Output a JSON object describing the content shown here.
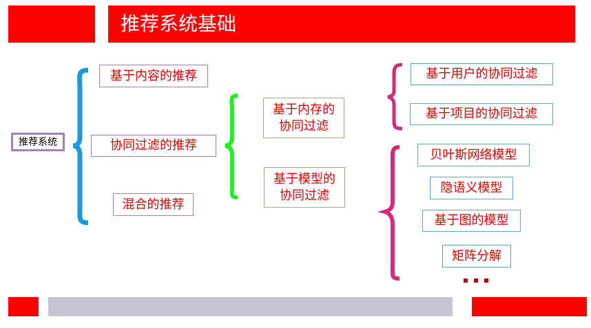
{
  "title": "推荐系统基础",
  "root": "推荐系统",
  "level1": [
    "基于内容的推荐",
    "协同过滤的推荐",
    "混合的推荐"
  ],
  "level2": [
    "基于内存的协同过滤",
    "基于模型的协同过滤"
  ],
  "memory_based": [
    "基于用户的协同过滤",
    "基于项目的协同过滤"
  ],
  "model_based": [
    "贝叶斯网络模型",
    "隐语义模型",
    "基于图的模型",
    "矩阵分解"
  ],
  "colors": {
    "accent": "#ff0000",
    "text": "#e00000",
    "brace_blue": "#1a9ad8",
    "brace_green": "#22ee22",
    "brace_pink": "#d42a7c",
    "footer_gray": "#c8c4d4"
  }
}
